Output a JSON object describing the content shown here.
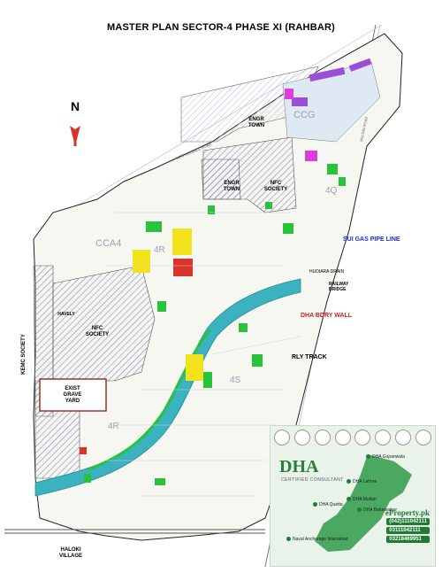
{
  "title": "MASTER PLAN SECTOR-4 PHASE XI (RAHBAR)",
  "north": "N",
  "labels": {
    "engr_town_1": "ENGR\nTOWN",
    "engr_town_2": "ENGR\nTOWN",
    "nfc_society_1": "NFC\nSOCIETY",
    "nfc_society_2": "NFC\nSOCIETY",
    "kemc_society": "KEMC SOCIETY",
    "havely": "HAVELY",
    "exist_grave_yard": "EXIST\nGRAVE\nYARD",
    "sui_gas": "SUI GAS PIPE LINE",
    "dha_bdry": "DHA BDRY WALL",
    "rly_track": "RLY TRACK",
    "railway_bridge": "RAILWAY\nBRIDGE",
    "hudiara_drain": "HUDIARA DRAIN",
    "haloki_village": "HALOKI\nVILLAGE",
    "cca4": "CCA4",
    "ccg": "CCG",
    "sector_4r_1": "4R",
    "sector_4r_2": "4R",
    "sector_4s": "4S",
    "sector_4q": "4Q",
    "new_defence_road": "NEW DEFENCE ROAD",
    "multan_road": "MULTAN ROAD"
  },
  "ad": {
    "brand": "DHA",
    "subtitle": "CERTIFIED CONSULTANT",
    "url": "eProperty.pk",
    "phones": [
      "(042)111042111",
      "03111042111",
      "03218469951"
    ],
    "pins": [
      "DHA Gujranwala",
      "DHA Lahore",
      "DHA Multan",
      "DHA Quetta",
      "DHA Bahawalpur",
      "Naval Anchorage Islamabad"
    ]
  },
  "colors": {
    "hatch": "#7a80b8",
    "canal": "#3bb2bf",
    "green": "#27c33a",
    "yellow": "#f1e21c",
    "red": "#d9342b",
    "purple": "#9b4fd6",
    "magenta": "#e23be0",
    "blue_label": "#1a2bd8",
    "red_label": "#d02121"
  }
}
